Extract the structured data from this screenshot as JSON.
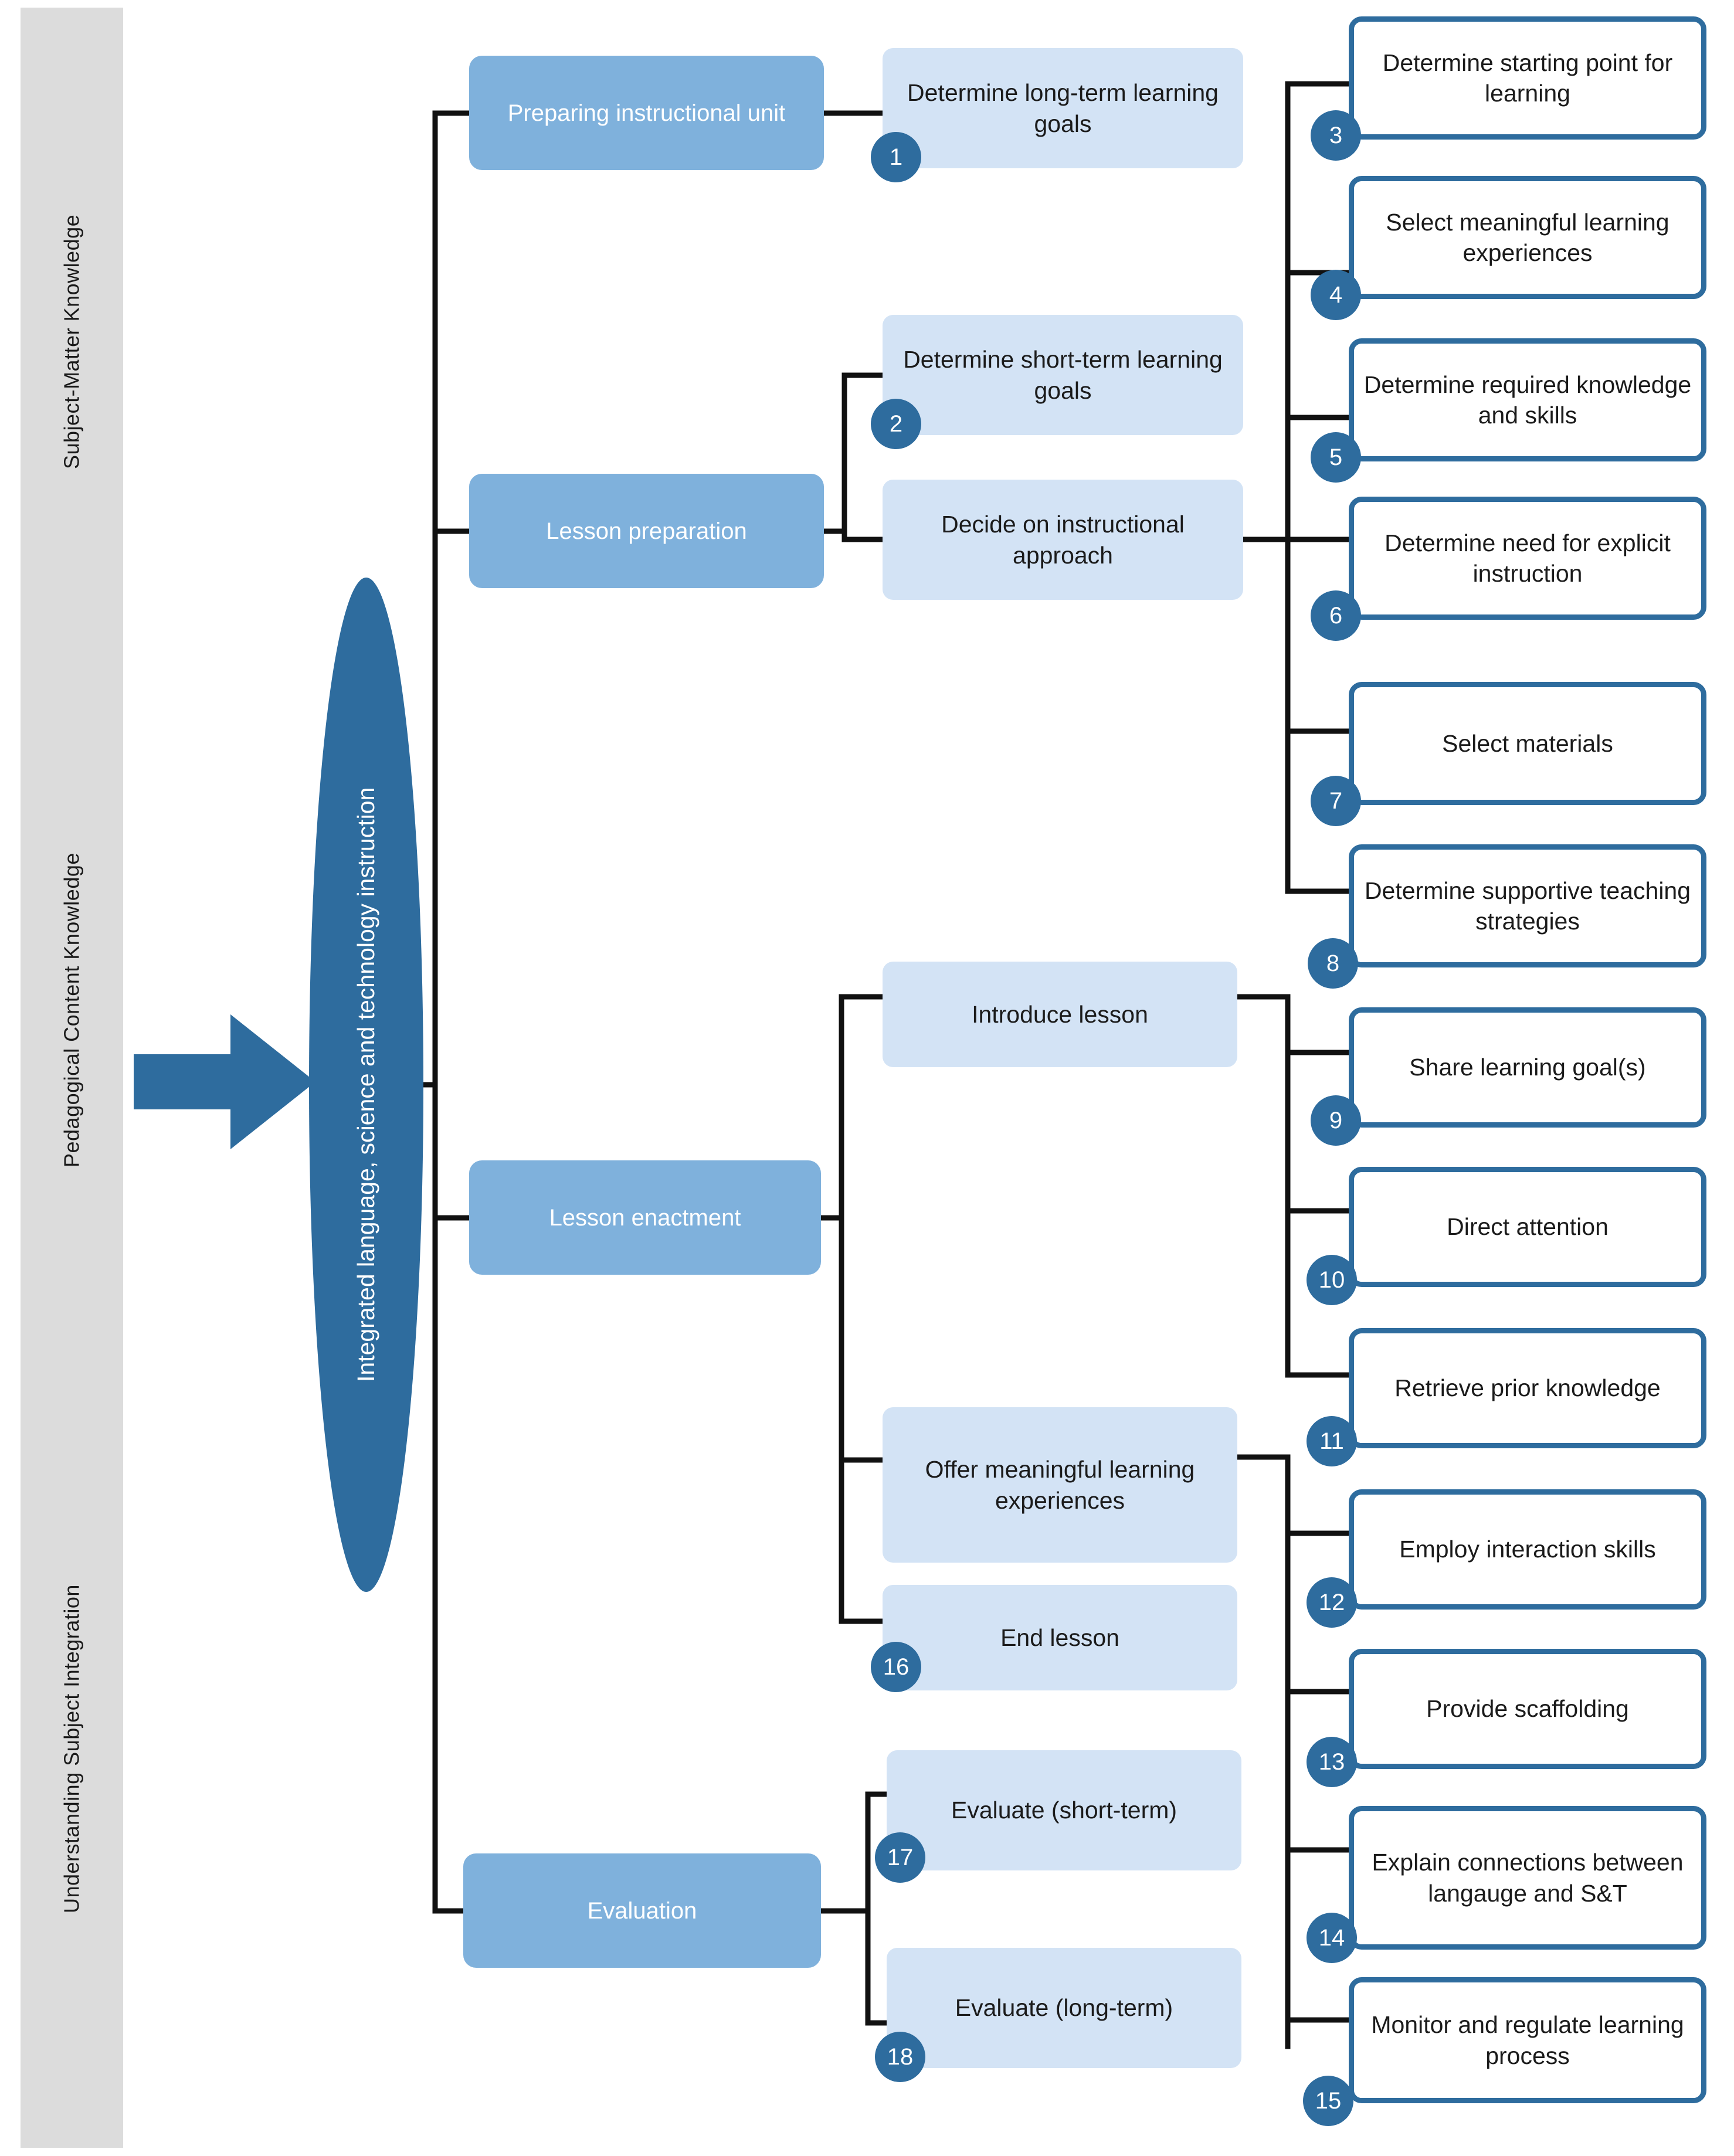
{
  "diagram": {
    "title_core": "Integrated language, science and technology instruction",
    "domains": [
      {
        "label": "Subject-Matter Knowledge"
      },
      {
        "label": "Pedagogical Content Knowledge"
      },
      {
        "label": "Understanding Subject Integration"
      }
    ],
    "colors": {
      "core_blue": "#2E6C9E",
      "level2_blue": "#7FB1DC",
      "level3_blue": "#D3E3F5",
      "strip_grey": "#dcdcdc",
      "wire_black": "#111111",
      "box_white": "#ffffff"
    },
    "phases": [
      {
        "label": "Preparing instructional unit"
      },
      {
        "label": "Lesson preparation"
      },
      {
        "label": "Lesson enactment"
      },
      {
        "label": "Evaluation"
      }
    ],
    "activities": [
      {
        "num": "1",
        "label": "Determine long-term learning goals"
      },
      {
        "num": "2",
        "label": "Determine short-term learning goals"
      },
      {
        "num": "",
        "label": "Decide on instructional approach"
      },
      {
        "num": "",
        "label": "Introduce lesson"
      },
      {
        "num": "",
        "label": "Offer meaningful learning experiences"
      },
      {
        "num": "16",
        "label": "End lesson"
      },
      {
        "num": "17",
        "label": "Evaluate (short-term)"
      },
      {
        "num": "18",
        "label": "Evaluate (long-term)"
      }
    ],
    "tasks": [
      {
        "num": "3",
        "label": "Determine starting point for learning"
      },
      {
        "num": "4",
        "label": "Select meaningful learning experiences"
      },
      {
        "num": "5",
        "label": "Determine required knowledge and skills"
      },
      {
        "num": "6",
        "label": "Determine need for explicit instruction"
      },
      {
        "num": "7",
        "label": "Select materials"
      },
      {
        "num": "8",
        "label": "Determine supportive teaching strategies"
      },
      {
        "num": "9",
        "label": "Share learning goal(s)"
      },
      {
        "num": "10",
        "label": "Direct attention"
      },
      {
        "num": "11",
        "label": "Retrieve prior knowledge"
      },
      {
        "num": "12",
        "label": "Employ interaction skills"
      },
      {
        "num": "13",
        "label": "Provide scaffolding"
      },
      {
        "num": "14",
        "label": "Explain connections between langauge and S&T"
      },
      {
        "num": "15",
        "label": "Monitor and regulate learning process"
      }
    ],
    "icons": {
      "entry_arrow": "right-arrow-icon"
    }
  }
}
